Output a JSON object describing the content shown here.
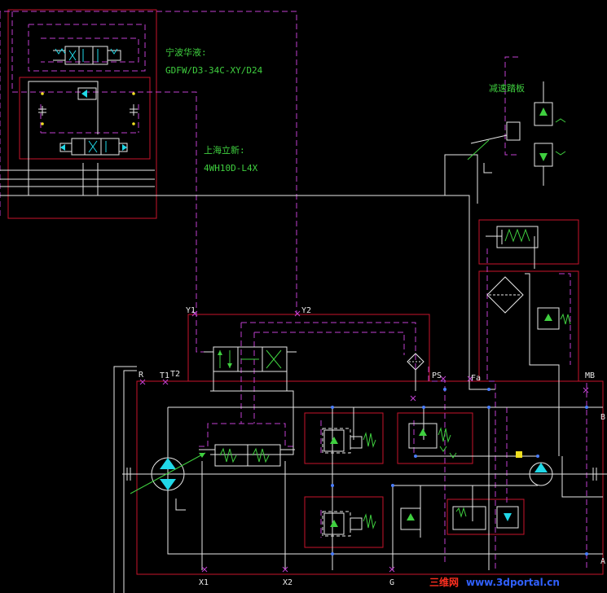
{
  "annotations": {
    "pilot_valve_title": "宁波华液:",
    "pilot_valve_model": "GDFW/D3-34C-XY/D24",
    "main_valve_title": "上海立新:",
    "main_valve_model": "4WH10D-L4X",
    "decel_plate": "减速踏板"
  },
  "ports": {
    "y1": "Y1",
    "y2": "Y2",
    "r": "R",
    "t1": "T1",
    "t2": "T2",
    "ps": "PS",
    "fa": "Fa",
    "mb": "MB",
    "b": "B",
    "a": "A",
    "x1": "X1",
    "x2": "X2",
    "g": "G"
  },
  "watermark": {
    "cn": "三维网",
    "url": "www.3dportal.cn"
  },
  "colors": {
    "background": "#000000",
    "line_white": "#e8e8e8",
    "line_red": "#c8142d",
    "line_magenta": "#c040d0",
    "symbol_cyan": "#20d8e8",
    "symbol_green": "#3fcf3f",
    "highlight_yellow": "#f0e020",
    "watermark_red": "#ff3020",
    "watermark_blue": "#3060ff"
  }
}
